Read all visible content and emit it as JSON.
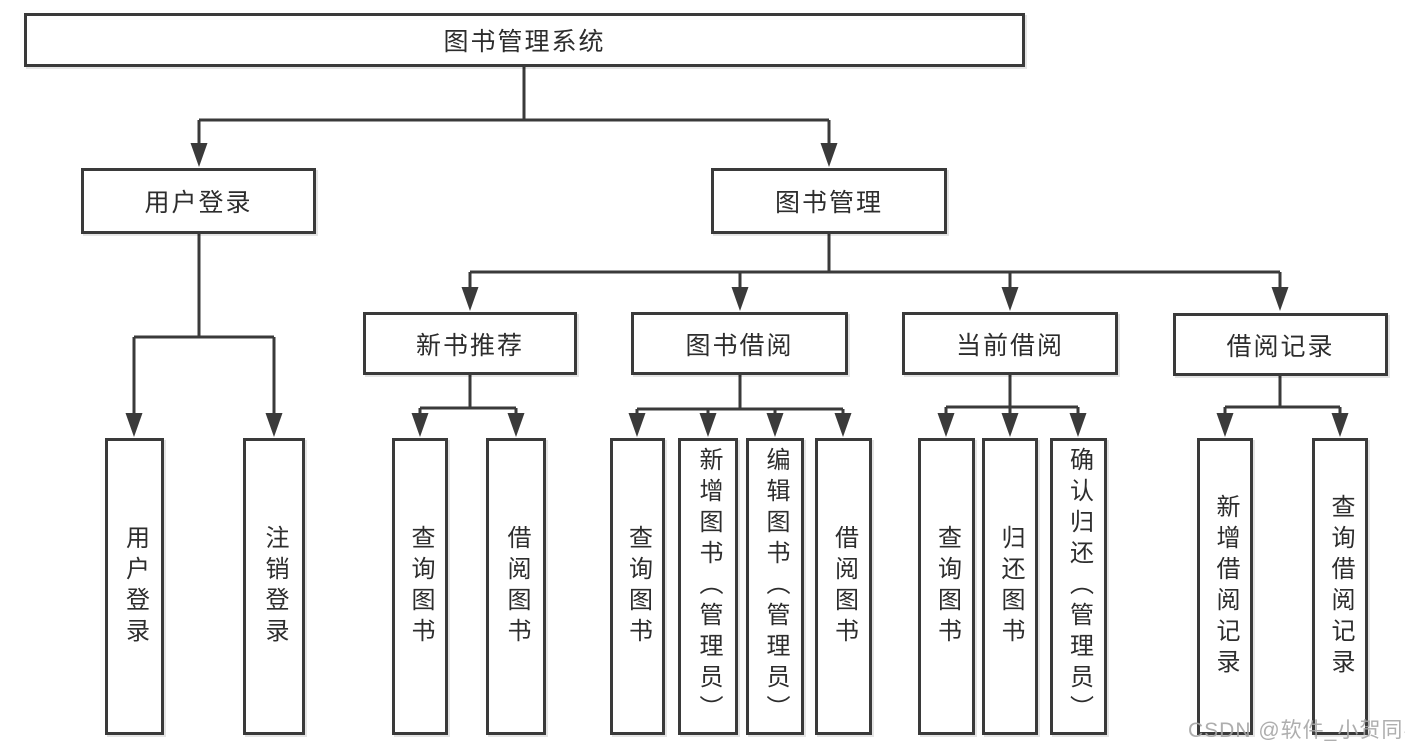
{
  "watermark": "CSDN @软件_小贺同学",
  "colors": {
    "line": "#3a3a3a",
    "text": "#2d2d2d",
    "background": "#ffffff",
    "watermark": "#a5a5a5"
  },
  "tree": {
    "root": {
      "label": "图书管理系统"
    },
    "branches": [
      {
        "label": "用户登录",
        "leaves": [
          "用户登录",
          "注销登录"
        ]
      },
      {
        "label": "图书管理",
        "groups": [
          {
            "label": "新书推荐",
            "leaves": [
              "查询图书",
              "借阅图书"
            ]
          },
          {
            "label": "图书借阅",
            "leaves": [
              "查询图书",
              "新增图书（管理员）",
              "编辑图书（管理员）",
              "借阅图书"
            ]
          },
          {
            "label": "当前借阅",
            "leaves": [
              "查询图书",
              "归还图书",
              "确认归还（管理员）"
            ]
          },
          {
            "label": "借阅记录",
            "leaves": [
              "新增借阅记录",
              "查询借阅记录"
            ]
          }
        ]
      }
    ]
  }
}
